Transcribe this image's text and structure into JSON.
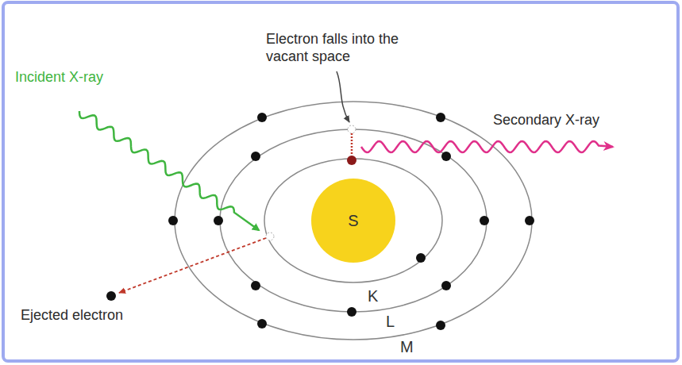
{
  "diagram": {
    "nodes": [
      {
        "text": [
          "S"
        ]
      }
    ],
    "labels": [
      "Electron falls into the vacant space",
      "Incident X-ray",
      "Secondary X-ray",
      "Ejected electron",
      "K",
      "L",
      "M"
    ]
  }
}
